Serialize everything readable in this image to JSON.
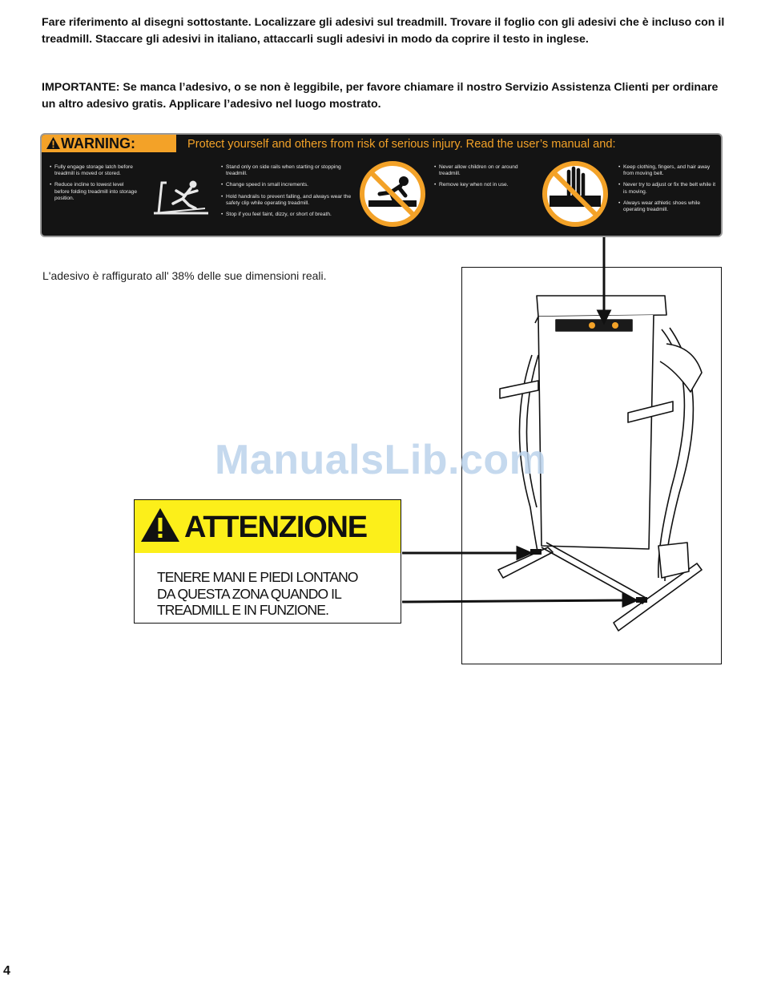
{
  "intro": {
    "paragraph1": "Fare riferimento al disegni sottostante. Localizzare gli adesivi sul treadmill. Trovare il foglio con gli adesivi che è incluso con il treadmill. Staccare gli adesivi in italiano, attaccarli sugli adesivi in modo da coprire il testo in inglese.",
    "paragraph2": "IMPORTANTE: Se manca l’adesivo, o se non è leggibile, per favore chiamare il nostro Servizio Assistenza Clienti per ordinare un altro adesivo gratis. Applicare l’adesivo nel luogo mostrato."
  },
  "warning_decal": {
    "tag": "WARNING:",
    "headline": "Protect yourself and others from risk of serious injury.  Read the user’s manual and:",
    "col1": [
      "Fully engage storage latch before treadmill is moved or stored.",
      "Reduce incline to lowest level before folding treadmill into storage position."
    ],
    "col2": [
      "Stand only on side rails when starting or stopping treadmill.",
      "Change speed in small increments.",
      "Hold handrails to prevent falling, and always wear the safety clip while operating treadmill.",
      "Stop if you feel faint, dizzy, or short of breath."
    ],
    "col3": [
      "Never allow children on or around treadmill.",
      "Remove key when not in use."
    ],
    "col4": [
      "Keep clothing, fingers, and hair away from moving belt.",
      "Never try to adjust or fix the belt while it is moving.",
      "Always wear athletic shoes while operating treadmill."
    ],
    "colors": {
      "background": "#141414",
      "accent": "#f3a228"
    }
  },
  "caption": "L'adesivo è raffigurato all' 38% delle sue dimensioni reali.",
  "watermark": "ManualsLib.com",
  "attention_decal": {
    "title": "ATTENZIONE",
    "lines": [
      "TENERE MANI E PIEDI LONTANO",
      "DA QUESTA ZONA QUANDO IL",
      "TREADMILL E IN FUNZIONE."
    ],
    "colors": {
      "band": "#fcef1a"
    }
  },
  "page_number": "4"
}
